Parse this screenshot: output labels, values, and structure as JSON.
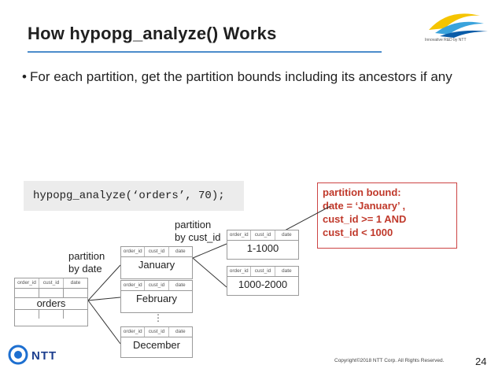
{
  "slide": {
    "title": "How hypopg_analyze() Works",
    "bullet": "For each partition, get the partition bounds including its ancestors if any",
    "code": "hypopg_analyze(‘orders’, 70);",
    "callout": {
      "lines": [
        "partition bound:",
        "date = ‘January’ ,",
        "cust_id >= 1 AND",
        "cust_id < 1000"
      ]
    },
    "labels": {
      "partition_by_date_1": "partition",
      "partition_by_date_2": "by date",
      "partition_by_cust_1": "partition",
      "partition_by_cust_2": "by cust_id"
    },
    "columns": [
      "order_id",
      "cust_id",
      "date"
    ],
    "tables": {
      "orders": "orders",
      "january": "January",
      "february": "February",
      "ellipsis": "⋮",
      "december": "December",
      "range1": "1-1000",
      "range2": "1000-2000"
    },
    "footer": {
      "company": "NTT",
      "logo_caption": "Innovative R&D by NTT",
      "copyright": "Copyright©2018  NTT Corp. All Rights Reserved.",
      "page": "24"
    },
    "colors": {
      "title_rule": "#4c8ccb",
      "callout": "#c0392b",
      "ntt_blue": "#1d3f8f"
    }
  }
}
